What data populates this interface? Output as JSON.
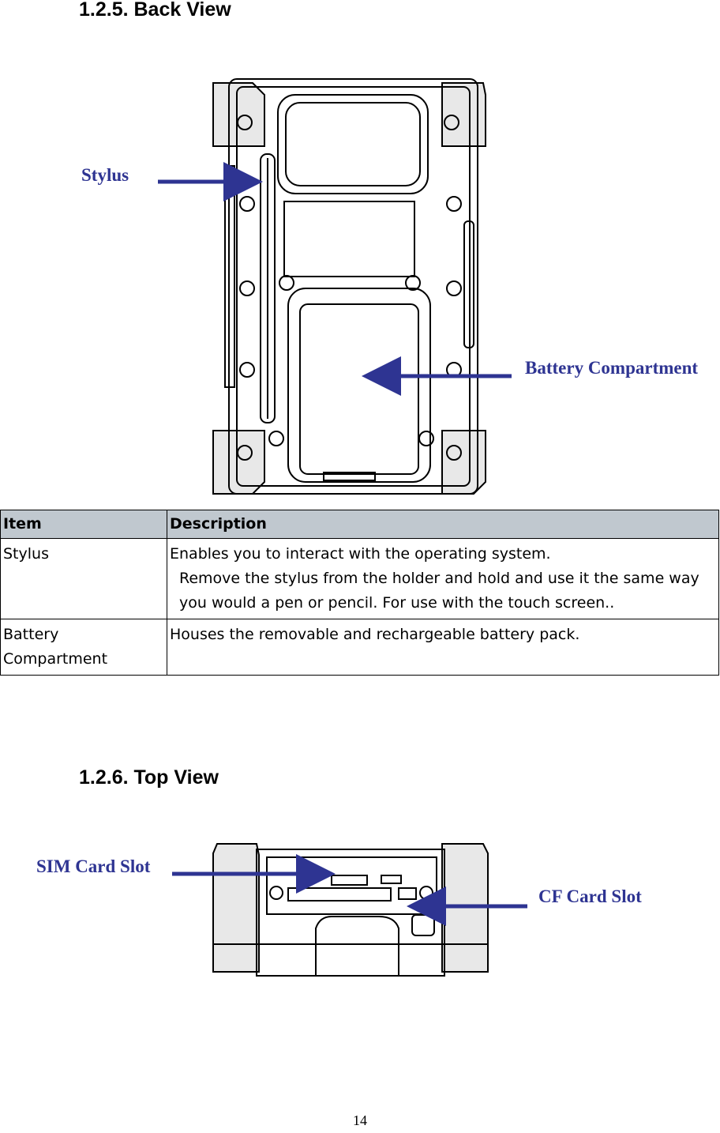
{
  "sections": {
    "back_view_title": "1.2.5. Back View",
    "top_view_title": "1.2.6. Top View"
  },
  "back_view_callouts": {
    "stylus": "Stylus",
    "battery": "Battery Compartment"
  },
  "top_view_callouts": {
    "sim": "SIM Card Slot",
    "cf": "CF Card Slot"
  },
  "table": {
    "headers": [
      "Item",
      "Description"
    ],
    "rows": [
      {
        "item": "Stylus",
        "desc_first": "Enables you to interact with the operating system.",
        "desc_rest": "Remove the stylus from the holder and hold and use it the same way you would a pen or pencil. For use with the touch screen.."
      },
      {
        "item": "Battery Compartment",
        "desc_first": "Houses the removable and rechargeable battery pack.",
        "desc_rest": ""
      }
    ]
  },
  "colors": {
    "callout": "#2e3492",
    "header_bg": "#c0c8cf"
  },
  "page_number": "14"
}
